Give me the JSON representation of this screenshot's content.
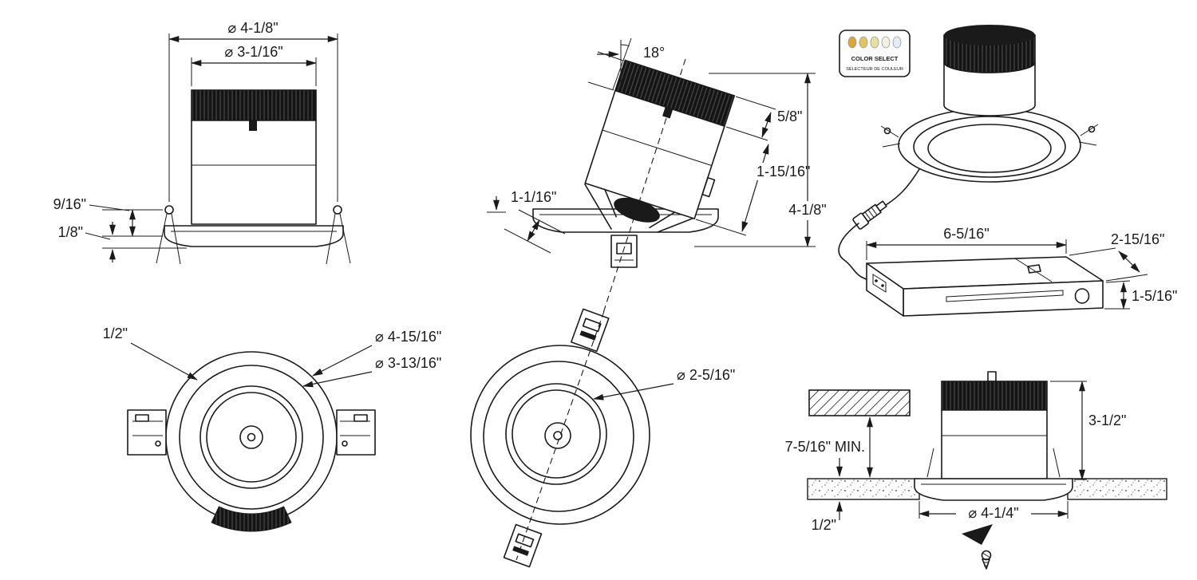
{
  "meta": {
    "background": "#ffffff",
    "line_color": "#1a1a1a"
  },
  "front_view": {
    "dia_outer": "⌀ 4-1/8\"",
    "dia_inner": "⌀ 3-1/16\"",
    "dim_trim": "9/16\"",
    "dim_lip": "1/8\""
  },
  "tilt_view": {
    "angle": "18°",
    "dim_band": "5/8\"",
    "dim_body": "1-15/16\"",
    "dim_regress": "1-1/16\"",
    "dim_height": "4-1/8\""
  },
  "iso_view": {
    "color_select": {
      "line1": "COLOR SELECT",
      "line2": "SÉLECTEUR DE COULEUR",
      "dot_colors": [
        "#d9a63c",
        "#e3c462",
        "#e9dfa0",
        "#f3f1e4",
        "#e3ecf4"
      ]
    },
    "junction_box": {
      "dim_length": "6-5/16\"",
      "dim_depth": "2-15/16\"",
      "dim_height": "1-5/16\""
    }
  },
  "bottom_view": {
    "dim_ring": "1/2\"",
    "dia_outer": "⌀ 4-15/16\"",
    "dia_inner": "⌀ 3-13/16\""
  },
  "tilt_bottom_view": {
    "dia_aperture": "⌀ 2-5/16\""
  },
  "install_view": {
    "dim_clearance": "7-5/16\" MIN.",
    "dim_housing": "3-1/2\"",
    "dim_ceiling": "1/2\"",
    "dia_cutout": "⌀ 4-1/4\""
  }
}
